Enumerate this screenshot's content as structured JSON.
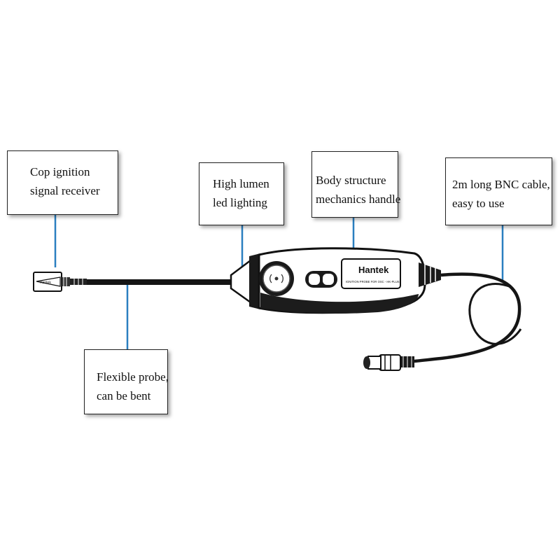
{
  "callouts": {
    "receiver": {
      "line1": "Cop ignition",
      "line2": "signal receiver"
    },
    "lighting": {
      "line1": "High lumen",
      "line2": "led lighting"
    },
    "handle": {
      "line1": "Body structure",
      "line2": "mechanics handle"
    },
    "cable": {
      "line1": "2m long BNC cable,",
      "line2": "easy to use"
    },
    "probe": {
      "line1": "Flexible probe,",
      "line2": "can be bent"
    }
  },
  "device": {
    "brand": "Hantek",
    "label_small": "IGNITION PROBE FOR OSC - HK-PLUS",
    "tip_label": "Hantek"
  },
  "colors": {
    "leader_line": "#2a7fc0",
    "ink": "#111111"
  }
}
